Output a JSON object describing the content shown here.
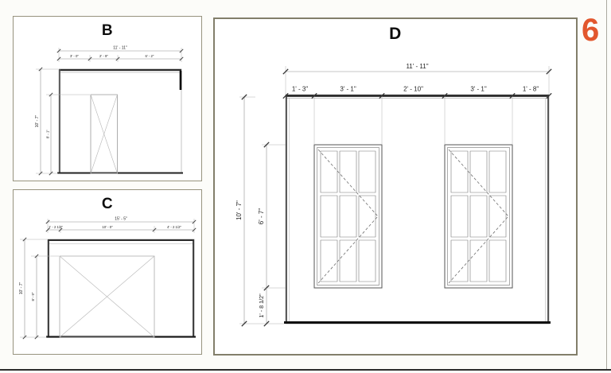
{
  "page": {
    "number": "6",
    "accent_color": "#e2572e"
  },
  "panels": {
    "b": {
      "title": "B",
      "dims": {
        "overall_width": "11' - 11\"",
        "segments": [
          "3' - 0\"",
          "2' - 9\"",
          "6' - 2\""
        ],
        "overall_height": "10' - 7\"",
        "opening_height": "8' - 1\""
      }
    },
    "c": {
      "title": "C",
      "dims": {
        "overall_width": "15' - 5\"",
        "segments": [
          "1' - 2 1/2\"",
          "10' - 0\"",
          "4' - 2 1/2\""
        ],
        "overall_height": "10' - 7\"",
        "opening_height": "8' - 9\""
      }
    },
    "d": {
      "title": "D",
      "dims": {
        "overall_width": "11' - 11\"",
        "segments": [
          "1' - 3\"",
          "3' - 1\"",
          "2' - 10\"",
          "3' - 1\"",
          "1' - 8\""
        ],
        "overall_height": "10' - 7\"",
        "window_height": "6' - 7\"",
        "sill_height": "1' - 8 1/2\""
      }
    }
  }
}
